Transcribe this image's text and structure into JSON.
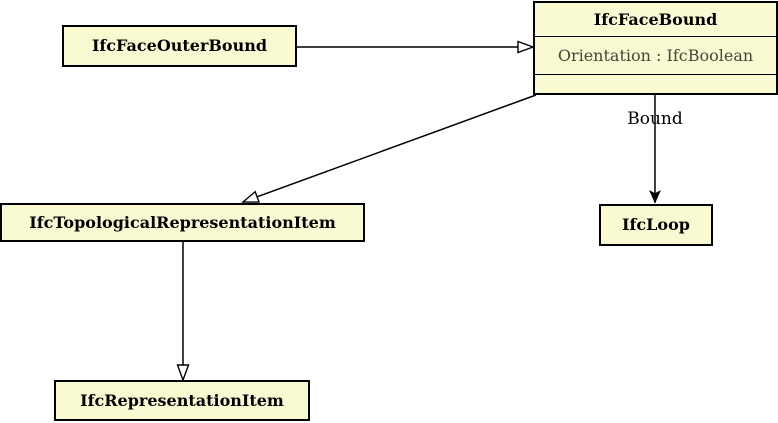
{
  "colors": {
    "background": "#ffffff",
    "node_fill": "#FAFAD2",
    "border": "#000000",
    "attribute_text": "#45453a"
  },
  "nodes": {
    "ifc_face_outer_bound": {
      "title": "IfcFaceOuterBound"
    },
    "ifc_face_bound": {
      "title": "IfcFaceBound",
      "attributes": [
        "Orientation : IfcBoolean"
      ]
    },
    "ifc_topological_representation_item": {
      "title": "IfcTopologicalRepresentationItem"
    },
    "ifc_loop": {
      "title": "IfcLoop"
    },
    "ifc_representation_item": {
      "title": "IfcRepresentationItem"
    }
  },
  "edges": {
    "outer_bound_generalization": {
      "type": "generalization",
      "from": "IfcFaceOuterBound",
      "to": "IfcFaceBound"
    },
    "face_bound_generalization": {
      "type": "generalization",
      "from": "IfcFaceBound",
      "to": "IfcTopologicalRepresentationItem"
    },
    "bound_association": {
      "type": "association",
      "from": "IfcFaceBound",
      "to": "IfcLoop",
      "label": "Bound"
    },
    "topological_generalization": {
      "type": "generalization",
      "from": "IfcTopologicalRepresentationItem",
      "to": "IfcRepresentationItem"
    }
  }
}
